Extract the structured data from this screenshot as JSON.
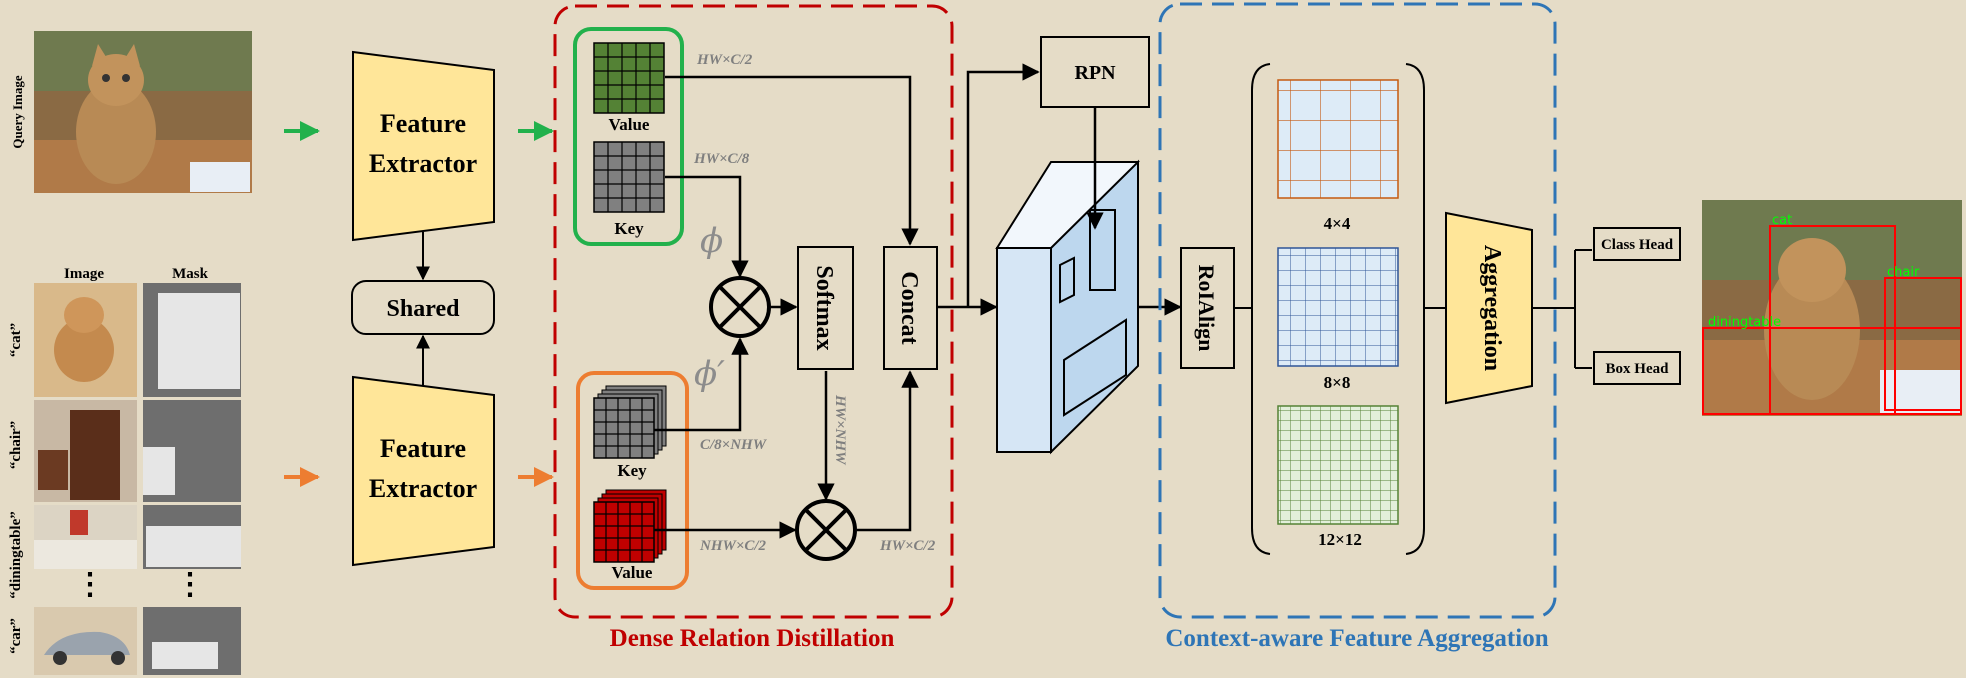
{
  "query_label": "Query Image",
  "support_headers": {
    "image": "Image",
    "mask": "Mask"
  },
  "support_classes": [
    "“cat”",
    "“chair”",
    "“diningtable”",
    "“car”"
  ],
  "ellipsis": "⋮",
  "feature_extractor": {
    "line1": "Feature",
    "line2": "Extractor"
  },
  "shared_label": "Shared",
  "drd": {
    "title": "Dense Relation Distillation",
    "query_value": "Value",
    "query_key": "Key",
    "support_key": "Key",
    "support_value": "Value",
    "dim_query_value": "HW×C/2",
    "dim_query_key": "HW×C/8",
    "dim_support_key": "C/8×NHW",
    "dim_support_value": "NHW×C/2",
    "dim_softmax_out": "HW×NHW",
    "dim_out": "HW×C/2",
    "phi": "ϕ",
    "phi_prime": "ϕ′",
    "softmax": "Softmax",
    "concat": "Concat"
  },
  "rpn": "RPN",
  "cfa": {
    "title": "Context-aware Feature Aggregation",
    "roialign": "RoIAlign",
    "pool_sizes": [
      "4×4",
      "8×8",
      "12×12"
    ],
    "aggregation": "Aggregation"
  },
  "heads": {
    "class": "Class Head",
    "box": "Box Head"
  },
  "detections": [
    "cat",
    "chair",
    "diningtable"
  ],
  "colors": {
    "background": "#e5dcc7",
    "box_fill": "#ffe699",
    "green_arrow": "#22b14c",
    "orange_arrow": "#ed7d31",
    "drd_border": "#c00000",
    "cfa_border": "#2e75b6",
    "query_group": "#22b14c",
    "support_group": "#ed7d31",
    "value_cube": "#548235",
    "key_cube": "#808080",
    "support_value_cube": "#c00000",
    "feature_map": "#bdd7ee",
    "detect_box": "#ff0000",
    "detect_label": "#00ff00"
  }
}
